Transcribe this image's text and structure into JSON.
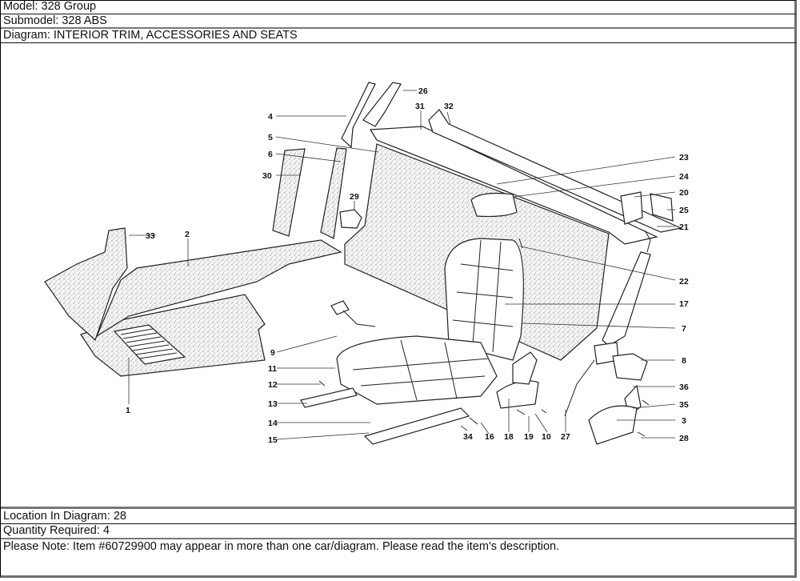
{
  "header": {
    "model": "Model: 328 Group",
    "submodel": "Submodel: 328 ABS",
    "diagram": "Diagram: INTERIOR TRIM, ACCESSORIES AND SEATS"
  },
  "diagram": {
    "title": "INTERIOR TRIM, ACCESSORIES AND SEATS",
    "callouts": {
      "c1": "1",
      "c2": "2",
      "c3": "3",
      "c4": "4",
      "c5": "5",
      "c6": "6",
      "c7": "7",
      "c8": "8",
      "c9": "9",
      "c10": "10",
      "c11": "11",
      "c12": "12",
      "c13": "13",
      "c14": "14",
      "c15": "15",
      "c16": "16",
      "c17": "17",
      "c18": "18",
      "c19": "19",
      "c20": "20",
      "c21": "21",
      "c22": "22",
      "c23": "23",
      "c24": "24",
      "c25": "25",
      "c26": "26",
      "c27": "27",
      "c28": "28",
      "c29": "29",
      "c30": "30",
      "c31": "31",
      "c32": "32",
      "c33": "33",
      "c34": "34",
      "c35": "35",
      "c36": "36"
    }
  },
  "footer": {
    "location": "Location In Diagram: 28",
    "quantity": "Quantity Required: 4",
    "note": "Please Note: Item #60729900 may appear in more than one car/diagram. Please read the item's description."
  }
}
